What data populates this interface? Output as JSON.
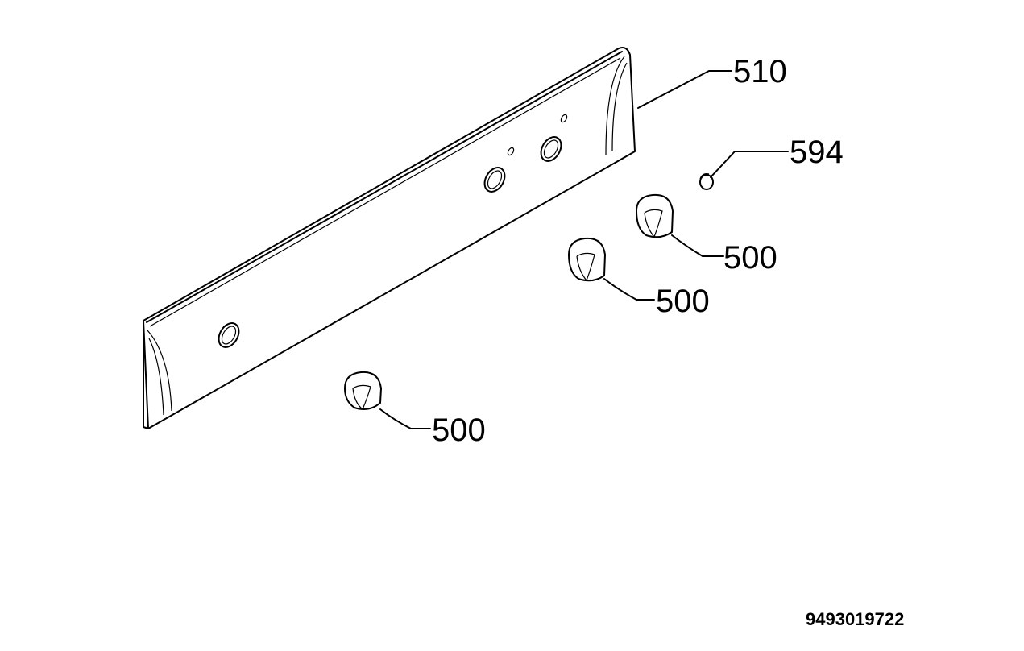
{
  "callouts": {
    "panel": "510",
    "plug": "594",
    "knob_right": "500",
    "knob_middle": "500",
    "knob_left": "500"
  },
  "document_number": "9493019722"
}
